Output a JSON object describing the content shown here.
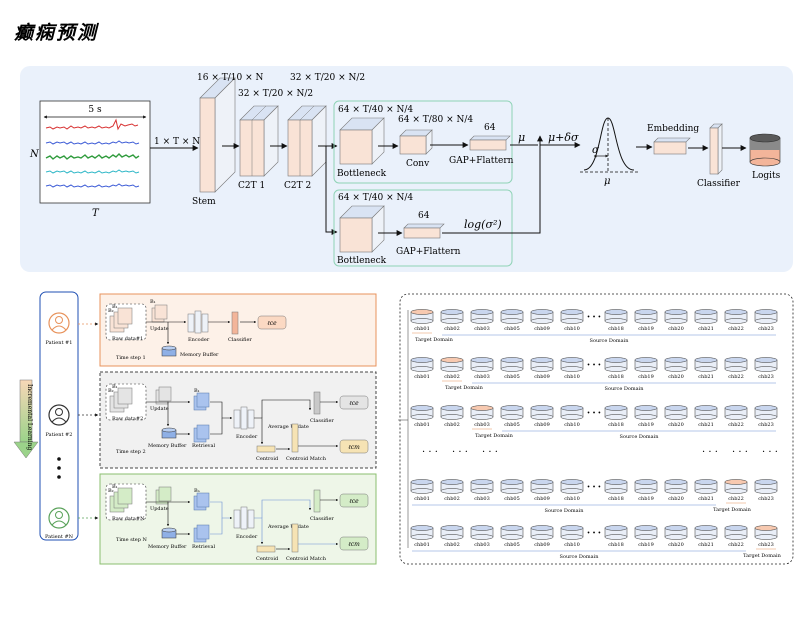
{
  "title": "癫痫预测",
  "colors": {
    "panel_bg": "#eaf1fb",
    "block_face": "#f9e3d6",
    "block_side": "#d9e3f3",
    "green_box": "#8fd3b6",
    "orange_border": "#e8935c",
    "gray_border": "#444444",
    "green_border": "#8bbf6f",
    "signal_colors": [
      "#d83232",
      "#3d5cd6",
      "#2f9b3c",
      "#2fb7c7",
      "#3d5cd6",
      "#9b5fd3"
    ]
  },
  "top": {
    "signal_duration": "5 s",
    "n_label": "N",
    "t_label": "T",
    "input_dim": "1 × T × N",
    "stem_dim": "16 × T/10 × N",
    "stem_label": "Stem",
    "c2t1_dim": "32 × T/20 × N/2",
    "c2t1_label": "C2T 1",
    "c2t2_dim": "32 × T/20 × N/2",
    "c2t2_label": "C2T 2",
    "bottleneck1_dim": "64 × T/40 × N/4",
    "bottleneck1_label": "Bottleneck",
    "conv_dim": "64 × T/80 × N/4",
    "conv_label": "Conv",
    "gap1_dim": "64",
    "gap1_label": "GAP+Flattern",
    "mu": "μ",
    "mu_sigma": "μ+δσ",
    "sigma": "σ",
    "mu_axis": "μ",
    "bottleneck2_dim": "64 × T/40 × N/4",
    "bottleneck2_label": "Bottleneck",
    "gap2_dim": "64",
    "gap2_label": "GAP+Flattern",
    "log_sigma": "log(σ²)",
    "embedding_label": "Embedding",
    "classifier_label": "Classifier",
    "logits_label": "Logits"
  },
  "incremental": {
    "label": "Incremental Learning",
    "patients": [
      "Patient #1",
      "Patient #2",
      "Patient #N"
    ],
    "dots": "⋮",
    "b1": "B₁",
    "b2": "B₂",
    "bn": "Bₙ",
    "step1": {
      "raw": "Raw data#1",
      "update": "Update",
      "encoder": "Encoder",
      "classifier": "Classifier",
      "memory": "Memory Buffer",
      "time_step": "Time step 1",
      "loss": "ℓce"
    },
    "step2": {
      "raw": "Raw data#2",
      "update": "Update",
      "encoder": "Encoder",
      "classifier": "Classifier",
      "memory": "Memory Buffer",
      "retrieval": "Retrieval",
      "time_step": "Time step 2",
      "avg_update": "Average Update",
      "centroid": "Centroid",
      "centroid_match": "Centroid Match",
      "loss_ce": "ℓce",
      "loss_cm": "ℓcm"
    },
    "stepn": {
      "raw": "Raw data#N",
      "update": "Update",
      "encoder": "Encoder",
      "classifier": "Classifier",
      "memory": "Memory Buffer",
      "retrieval": "Retrieval",
      "time_step": "Time step N",
      "avg_update": "Average Update",
      "centroid": "Centroid",
      "centroid_match": "Centroid Match",
      "loss_ce": "ℓce",
      "loss_cm": "ℓcm"
    }
  },
  "domains": {
    "items": [
      "chb01",
      "chb02",
      "chb03",
      "chb05",
      "chb09",
      "chb10",
      "chb18",
      "chb19",
      "chb20",
      "chb21",
      "chb22",
      "chb23"
    ],
    "ellipsis": "• • •",
    "target": "Target Domain",
    "source": "Source Domain",
    "vdots": "· · ·"
  }
}
